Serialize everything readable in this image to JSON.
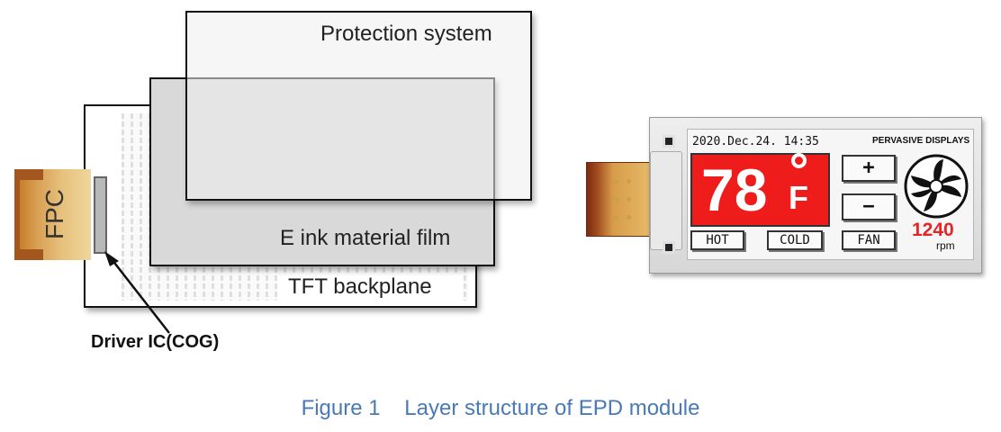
{
  "diagram": {
    "layers": {
      "protection": "Protection system",
      "eink": "E ink material film",
      "tft": "TFT backplane"
    },
    "fpc_label": "FPC",
    "driver_label": "Driver IC(COG)"
  },
  "device": {
    "date": "2020.Dec.24. 14:35",
    "brand": "PERVASIVE DISPLAYS",
    "temperature_value": "78",
    "temperature_unit": "F",
    "plus_label": "+",
    "minus_label": "−",
    "hot_label": "HOT",
    "cold_label": "COLD",
    "fan_label": "FAN",
    "rpm_value": "1240",
    "rpm_unit": "rpm",
    "accent_color": "#ef1c1c"
  },
  "caption": "Figure 1    Layer structure of EPD module"
}
